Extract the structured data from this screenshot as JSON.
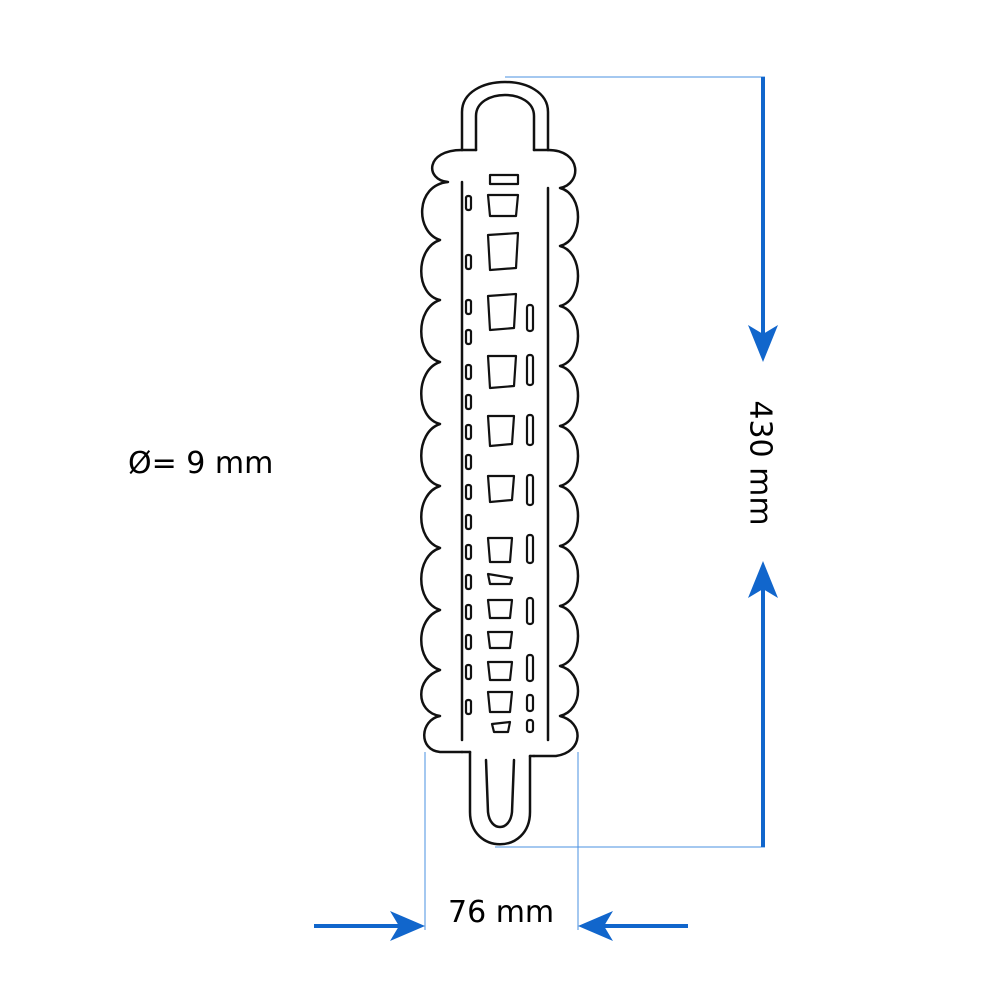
{
  "labels": {
    "diameter": "Ø= 9 mm",
    "height": "430 mm",
    "width": "76 mm"
  },
  "colors": {
    "arrow": "#1166cc",
    "guide": "#4a90e2",
    "outline": "#111111",
    "background": "#ffffff"
  }
}
